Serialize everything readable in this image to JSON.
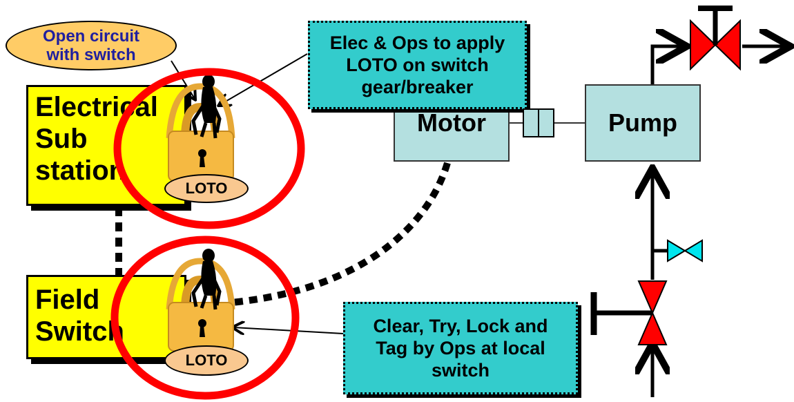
{
  "callout": {
    "text": "Open circuit\nwith switch"
  },
  "substation": {
    "text": "Electrical\nSub\nstation"
  },
  "field_switch": {
    "text": "Field\nSwitch"
  },
  "motor": {
    "text": "Motor"
  },
  "pump": {
    "text": "Pump"
  },
  "note_top": {
    "text": "Elec & Ops to apply\nLOTO on switch\ngear/breaker"
  },
  "note_bottom": {
    "text": "Clear, Try, Lock and\nTag by Ops at local\nswitch"
  },
  "loto_top": {
    "text": "LOTO"
  },
  "loto_bottom": {
    "text": "LOTO"
  },
  "icons": [
    "worker-icon",
    "padlock-icon",
    "gate-valve-icon",
    "coupling-icon"
  ],
  "colors": {
    "highlight_ring": "#ff0000",
    "valve_red": "#ff0000",
    "valve_cyan": "#00e5ee",
    "equipment_fill": "#b4e0e0",
    "note_fill": "#33cccc",
    "substation_fill": "#ffff00",
    "callout_fill": "#ffcc66",
    "callout_text": "#1f1f9f",
    "padlock_fill": "#f5b942"
  }
}
